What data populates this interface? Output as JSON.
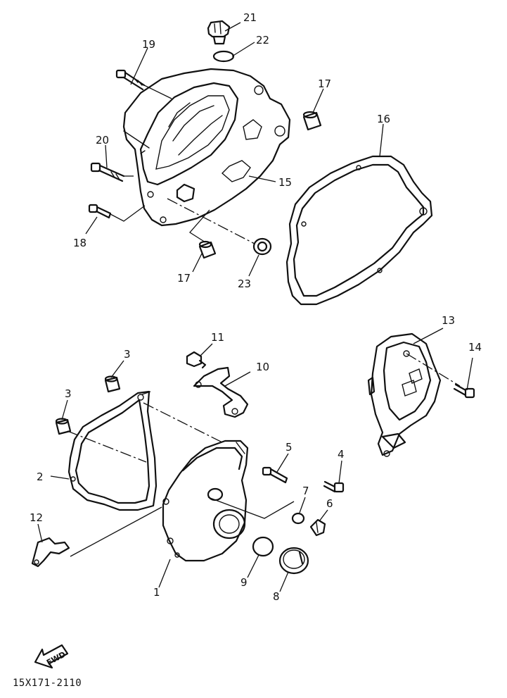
{
  "callouts": {
    "c1": "1",
    "c2": "2",
    "c3a": "3",
    "c3b": "3",
    "c4": "4",
    "c5": "5",
    "c6": "6",
    "c7": "7",
    "c8": "8",
    "c9": "9",
    "c10": "10",
    "c11": "11",
    "c12": "12",
    "c13": "13",
    "c14": "14",
    "c15": "15",
    "c16": "16",
    "c17a": "17",
    "c17b": "17",
    "c18": "18",
    "c19": "19",
    "c20": "20",
    "c21": "21",
    "c22": "22",
    "c23": "23"
  },
  "fwd_label": "FWD",
  "diagram_code": "15X171-2110"
}
